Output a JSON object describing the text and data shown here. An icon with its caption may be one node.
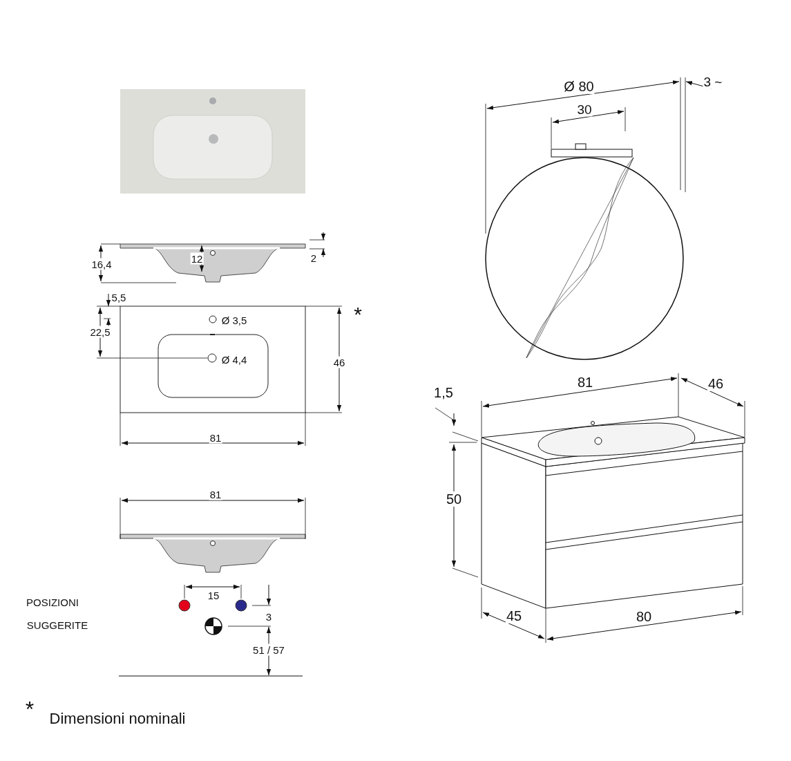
{
  "diagram": {
    "labels": [
      "Ø 80",
      "3 ~",
      "30",
      "2",
      "16,4",
      "12",
      "5,5",
      "*",
      "Ø 3,5",
      "22,5",
      "Ø 4,4",
      "46",
      "81",
      "46",
      "1,5",
      "81",
      "81",
      "50",
      "15",
      "POSIZIONI",
      "3",
      "45",
      "80",
      "SUGGERITE",
      "51 / 57",
      "*",
      "Dimensioni nominali"
    ]
  }
}
